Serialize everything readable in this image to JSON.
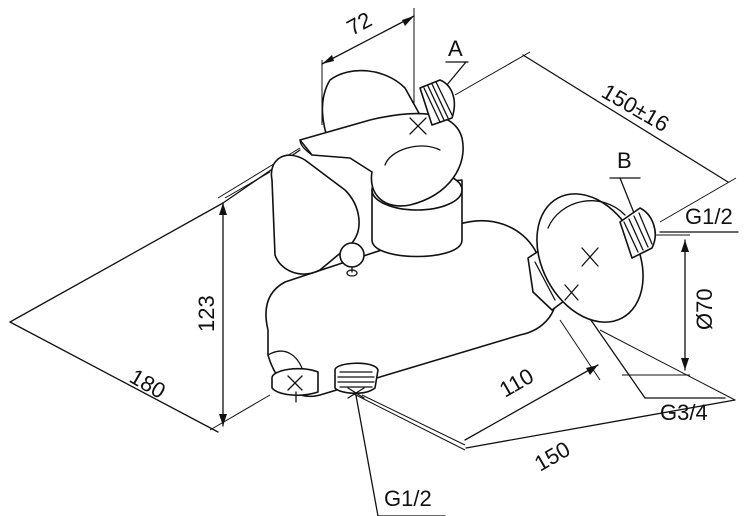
{
  "dimensions": {
    "width_top": "72",
    "depth_top": "150±16",
    "height": "123",
    "length": "180",
    "projection_110": "110",
    "projection_150": "150",
    "flange_diameter": "Ø70"
  },
  "callouts": {
    "a": "A",
    "b": "B",
    "thread_right": "G1/2",
    "thread_nut": "G3/4",
    "thread_bottom": "G1/2"
  }
}
